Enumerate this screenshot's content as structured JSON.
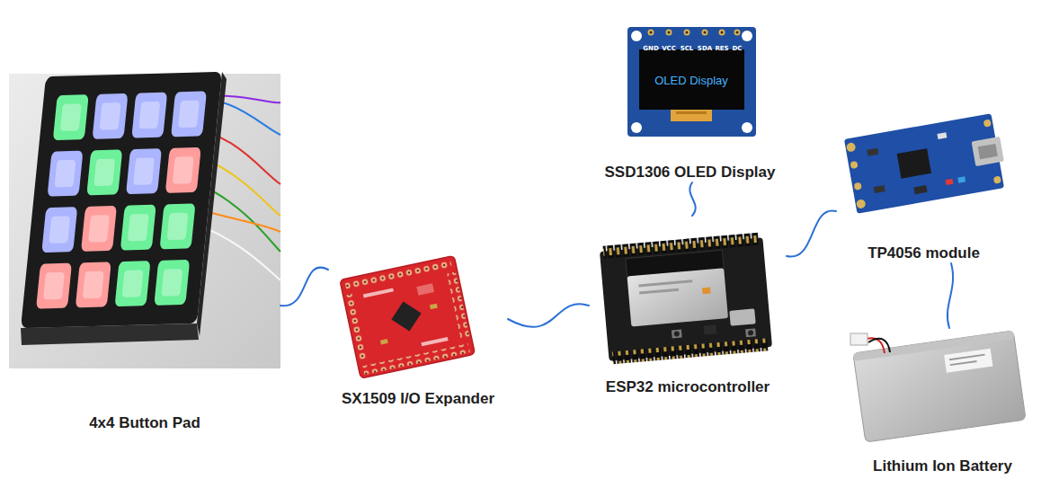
{
  "diagram": {
    "nodes": [
      {
        "text": [
          "4x4 Button Pad"
        ]
      },
      {
        "text": [
          "SX1509 I/O Expander"
        ]
      },
      {
        "text": [
          "ESP32 microcontroller"
        ]
      },
      {
        "text": [
          "SSD1306 OLED Display"
        ]
      },
      {
        "text": [
          "TP4056 module"
        ]
      },
      {
        "text": [
          "Lithium Ion Battery"
        ]
      }
    ],
    "edges": [
      {
        "from": 0,
        "to": 1,
        "arrow": "none"
      },
      {
        "from": 1,
        "to": 2,
        "arrow": "none"
      },
      {
        "from": 2,
        "to": 3,
        "arrow": "none"
      },
      {
        "from": 2,
        "to": 4,
        "arrow": "none"
      },
      {
        "from": 4,
        "to": 5,
        "arrow": "none"
      }
    ],
    "labels": [
      "OLED Display",
      "GND",
      "VCC",
      "SCL",
      "SDA",
      "RES",
      "DC"
    ]
  }
}
